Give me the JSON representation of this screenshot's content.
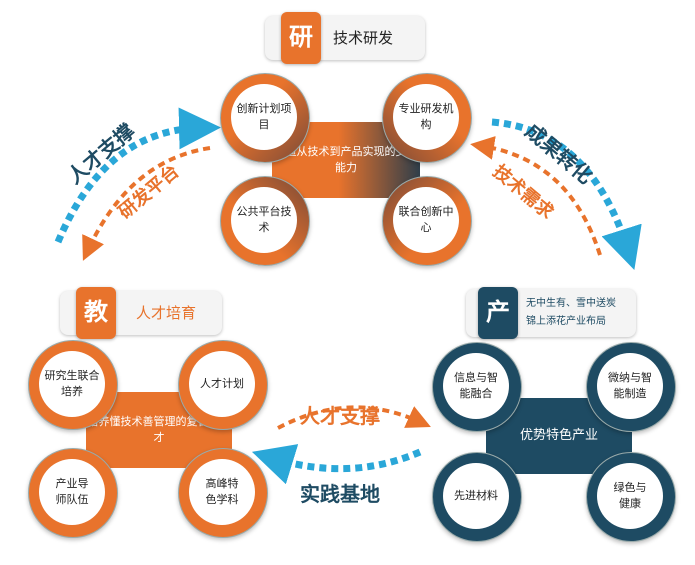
{
  "colors": {
    "orange": "#e8732c",
    "navy": "#1e4b63",
    "cyan": "#2aa7d8",
    "darkgray": "#2f3e4a"
  },
  "top": {
    "icon_char": "研",
    "title": "技术研发",
    "center": "打造从技术到产品实现的支撑能力",
    "circles": [
      "创新计划项目",
      "专业研发机构",
      "公共平台技术",
      "联合创新中心"
    ]
  },
  "left": {
    "icon_char": "教",
    "title": "人才培育",
    "center": "培养懂技术善管理的复合型人才",
    "circles": [
      "研究生联合培养",
      "人才计划",
      "产业导师队伍",
      "高峰特色学科"
    ]
  },
  "right": {
    "icon_char": "产",
    "title_line1": "无中生有、雪中送炭",
    "title_line2": "锦上添花产业布局",
    "center": "优势特色产业",
    "circles": [
      "信息与智能融合",
      "微纳与智能制造",
      "先进材料",
      "绿色与健康"
    ]
  },
  "arrows": {
    "top_left_outer": "人才支撑",
    "top_left_inner": "研发平台",
    "top_right_outer": "成果转化",
    "top_right_inner": "技术需求",
    "bottom_upper": "人才支撑",
    "bottom_lower": "实践基地"
  }
}
